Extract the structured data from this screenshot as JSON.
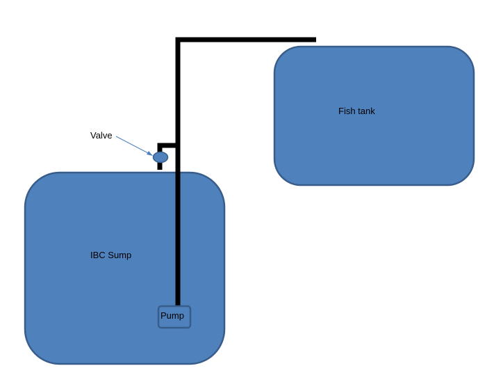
{
  "colors": {
    "shape_fill": "#4f81bd",
    "shape_stroke": "#385d8a",
    "pipe": "#000000",
    "leader_line": "#4f81bd",
    "background": "#ffffff"
  },
  "labels": {
    "fish_tank": "Fish tank",
    "sump": "IBC Sump",
    "pump": "Pump",
    "valve": "Valve"
  }
}
